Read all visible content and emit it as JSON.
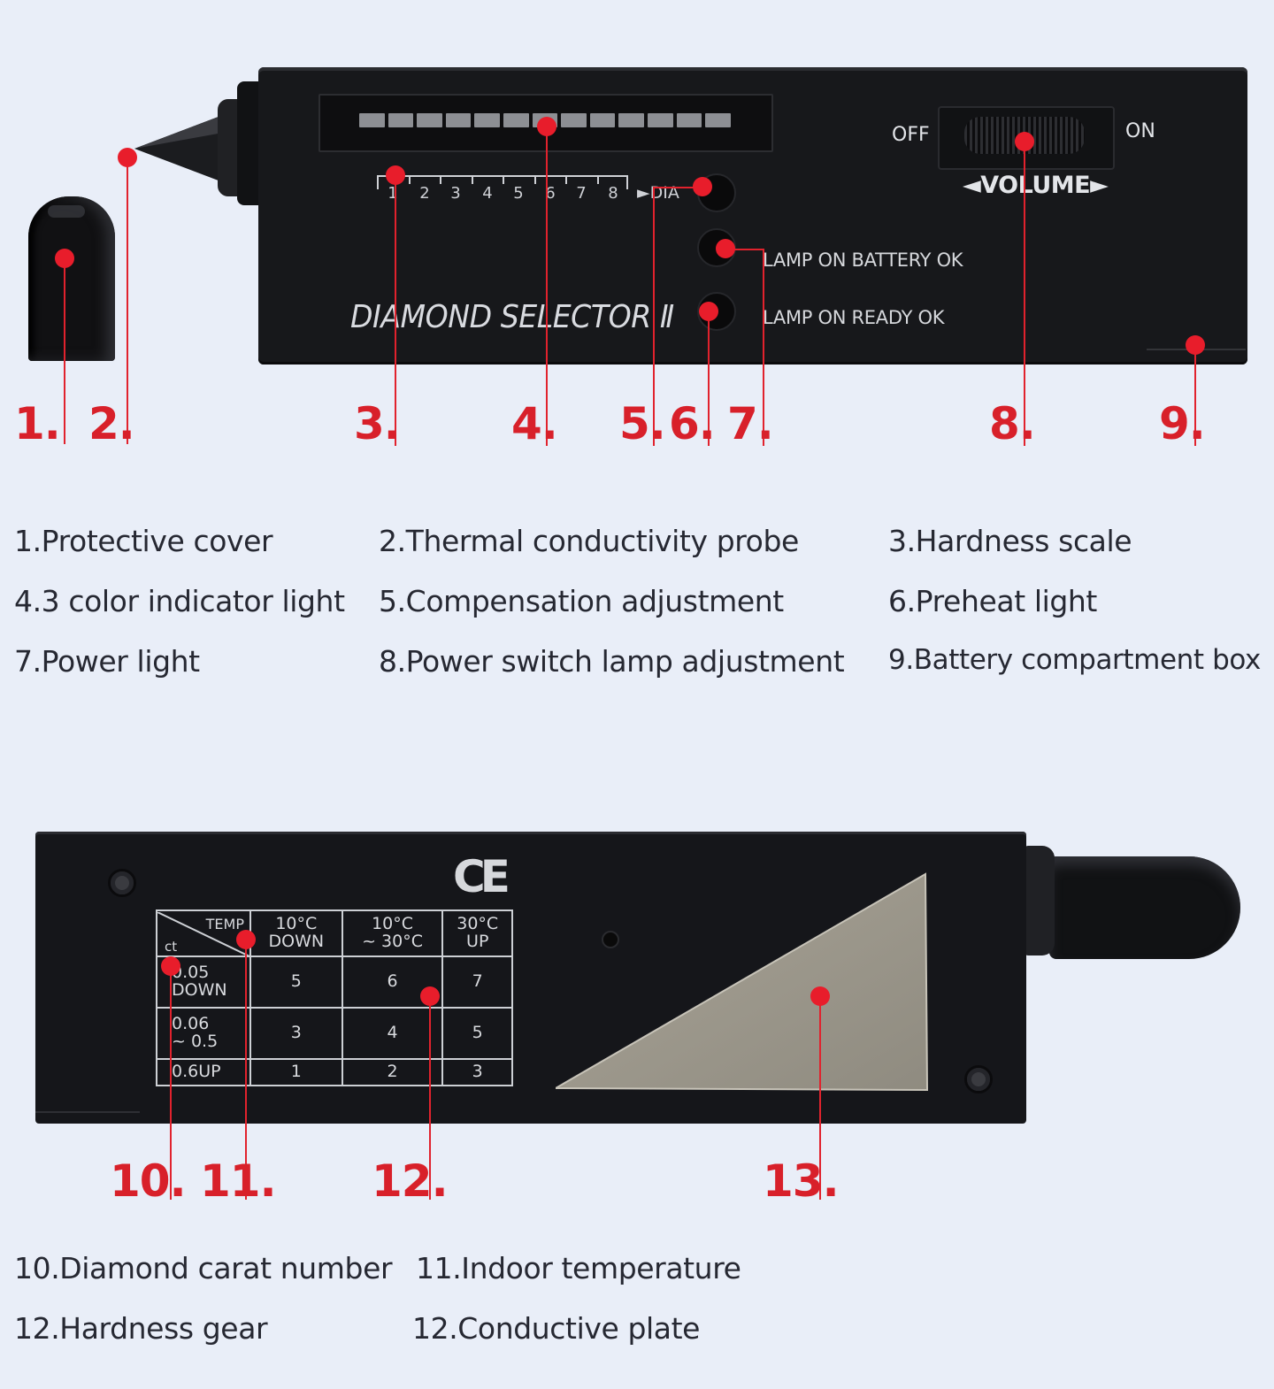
{
  "diagram": {
    "device_front": {
      "brand": "DIAMOND SELECTOR Ⅱ",
      "scale_numbers": [
        "1",
        "2",
        "3",
        "4",
        "5",
        "6",
        "7",
        "8"
      ],
      "scale_end": "►DIA",
      "lamp_battery": "LAMP ON BATTERY OK",
      "lamp_ready": "LAMP ON READY OK",
      "switch_off": "OFF",
      "switch_on": "ON",
      "volume": "◄VOLUME►"
    },
    "callouts_top": [
      "1.",
      "2.",
      "3.",
      "4.",
      "5.",
      "6.",
      "7.",
      "8.",
      "9."
    ],
    "legend_top": [
      "1.Protective cover",
      "2.Thermal conductivity probe",
      "3.Hardness scale",
      "4.3 color indicator light",
      "5.Compensation adjustment",
      "6.Preheat light",
      "7.Power light",
      "8.Power switch lamp adjustment",
      "9.Battery compartment box"
    ],
    "device_back": {
      "ce_mark": "CE",
      "table": {
        "corner_top": "TEMP",
        "corner_bottom": "ct",
        "col_headers": [
          {
            "line1": "10°C",
            "line2": "DOWN"
          },
          {
            "line1": "10°C",
            "line2": "~ 30°C"
          },
          {
            "line1": "30°C",
            "line2": "UP"
          }
        ],
        "rows": [
          {
            "l1": "0.05",
            "l2": "DOWN",
            "values": [
              "5",
              "6",
              "7"
            ]
          },
          {
            "l1": "0.06",
            "l2": "~ 0.5",
            "values": [
              "3",
              "4",
              "5"
            ]
          },
          {
            "l1": "0.6UP",
            "l2": "",
            "values": [
              "1",
              "2",
              "3"
            ]
          }
        ]
      }
    },
    "callouts_bottom": [
      "10.",
      "11.",
      "12.",
      "13."
    ],
    "legend_bottom": [
      "10.Diamond carat number",
      "11.Indoor temperature",
      "12.Hardness gear",
      "12.Conductive plate"
    ],
    "colors": {
      "marker": "#e81d2b",
      "device": "#17181b",
      "background": "#e9eef8"
    }
  }
}
